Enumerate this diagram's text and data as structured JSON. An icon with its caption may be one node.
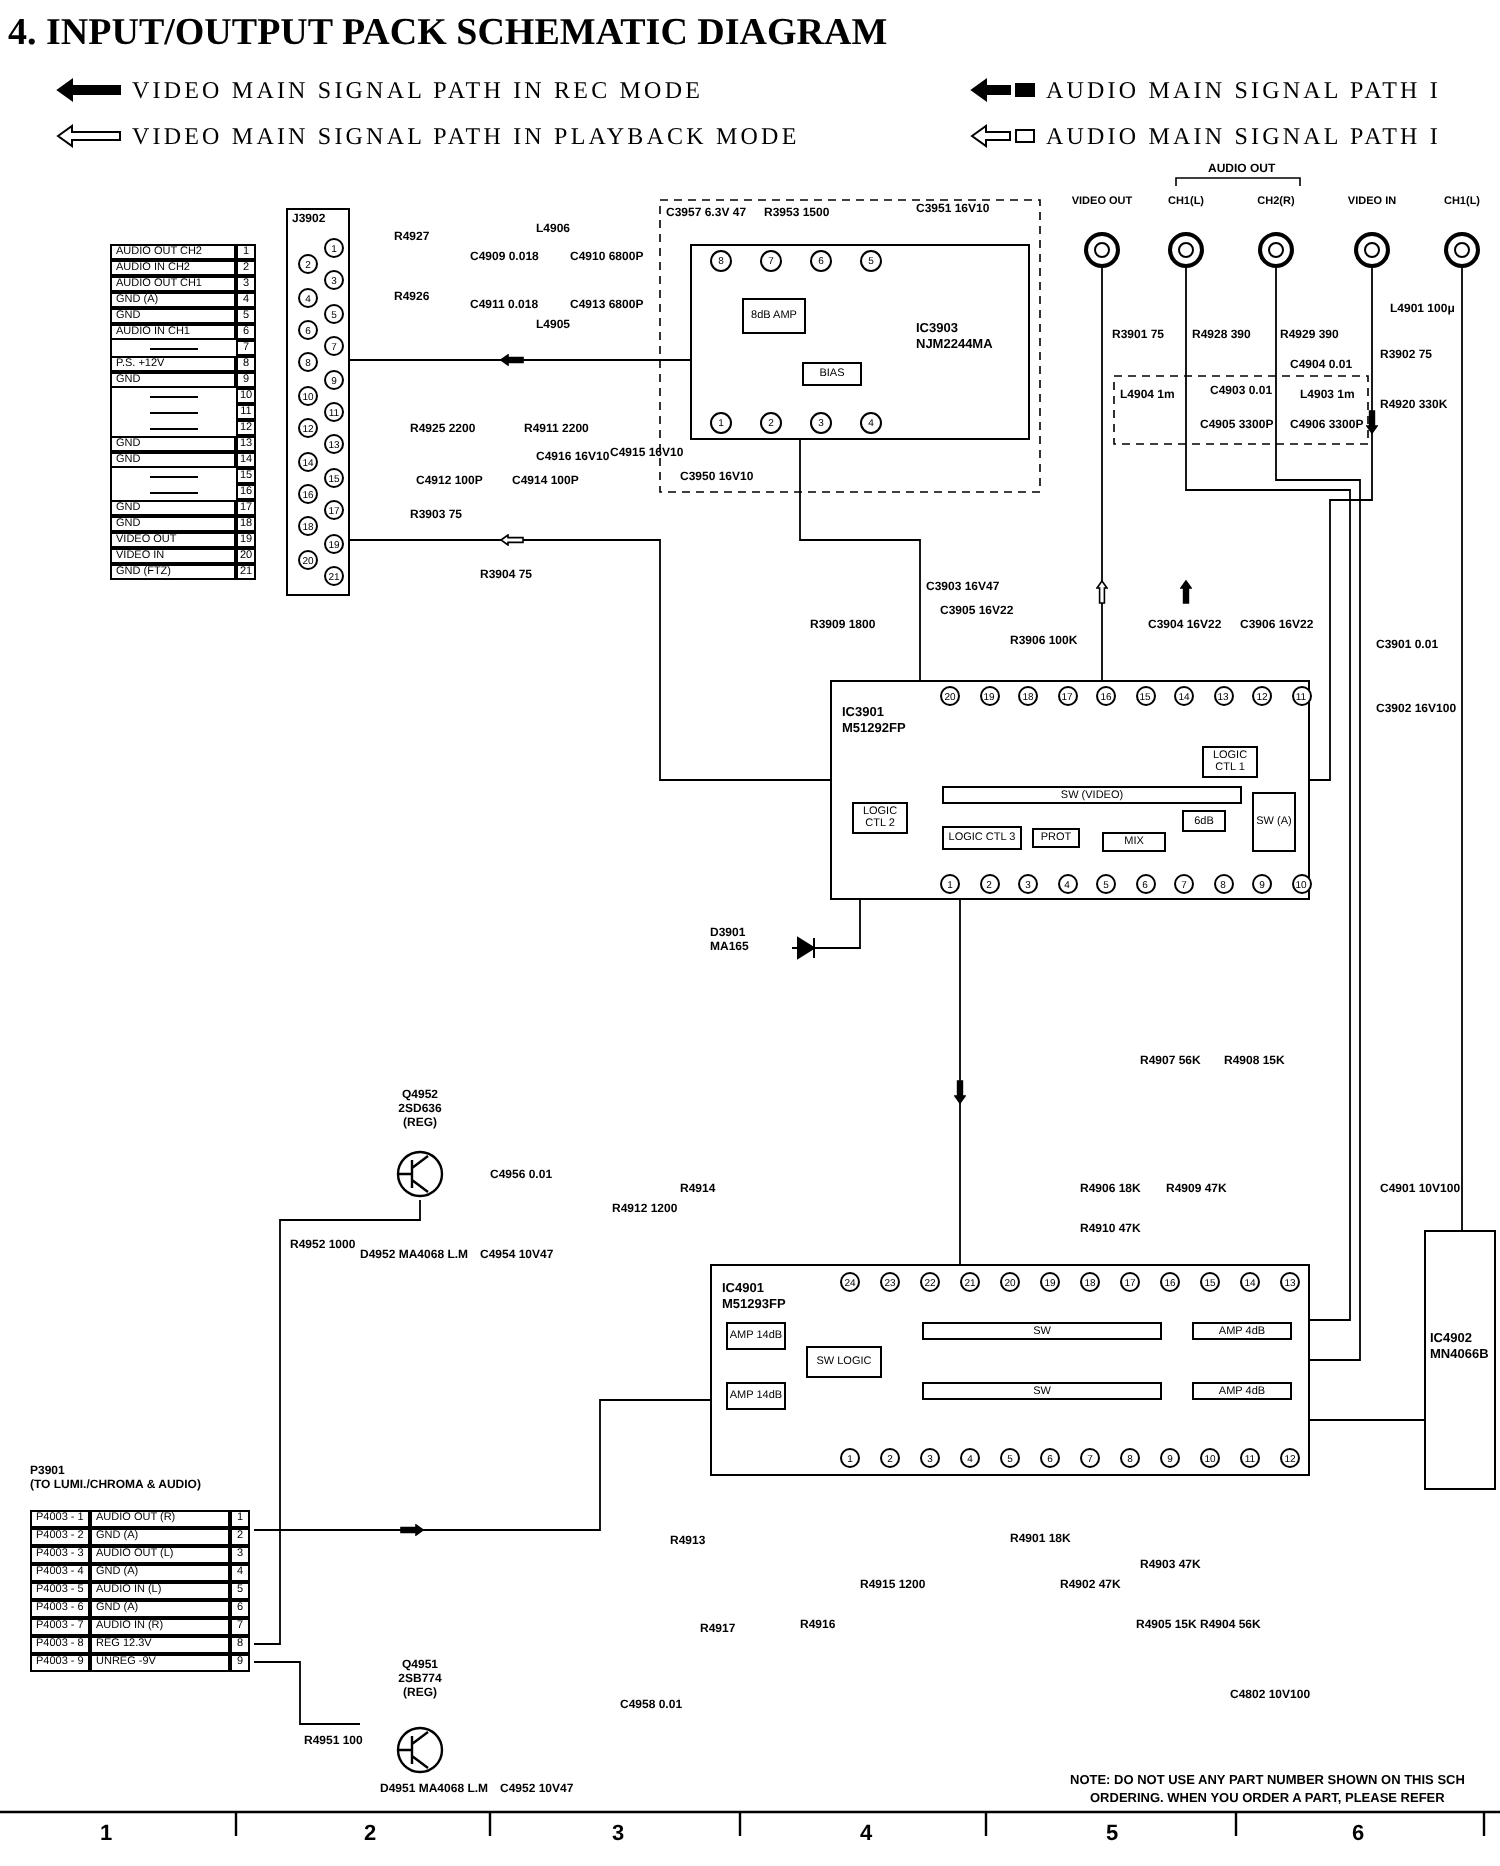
{
  "diagram": {
    "title": "4. INPUT/OUTPUT PACK SCHEMATIC DIAGRAM",
    "nodes": [
      {
        "text": [
          "J3902"
        ]
      },
      {
        "text": [
          "IC3903",
          "NJM2244MA"
        ]
      },
      {
        "text": [
          "8dB AMP"
        ],
        "in": 1
      },
      {
        "text": [
          "BIAS"
        ],
        "in": 1
      },
      {
        "text": [
          "VIDEO OUT"
        ]
      },
      {
        "text": [
          "CH1(L)"
        ]
      },
      {
        "text": [
          "CH2(R)"
        ]
      },
      {
        "text": [
          "VIDEO IN"
        ]
      },
      {
        "text": [
          "CH1(L)"
        ]
      },
      {
        "text": [
          "IC3901",
          "M51292FP"
        ]
      },
      {
        "text": [
          "LOGIC CTL 1"
        ],
        "in": 9
      },
      {
        "text": [
          "SW (VIDEO)"
        ],
        "in": 9
      },
      {
        "text": [
          "LOGIC CTL 2"
        ],
        "in": 9
      },
      {
        "text": [
          "LOGIC CTL 3"
        ],
        "in": 9
      },
      {
        "text": [
          "PROT"
        ],
        "in": 9
      },
      {
        "text": [
          "MIX"
        ],
        "in": 9
      },
      {
        "text": [
          "6dB"
        ],
        "in": 9
      },
      {
        "text": [
          "SW (A)"
        ],
        "in": 9
      },
      {
        "text": [
          "D3901",
          "MA165"
        ]
      },
      {
        "text": [
          "Q4952",
          "2SD636",
          "(REG)"
        ]
      },
      {
        "text": [
          "Q4951",
          "2SB774",
          "(REG)"
        ]
      },
      {
        "text": [
          "IC4901",
          "M51293FP"
        ]
      },
      {
        "text": [
          "AMP 14dB"
        ],
        "in": 21
      },
      {
        "text": [
          "AMP 14dB"
        ],
        "in": 21
      },
      {
        "text": [
          "SW LOGIC"
        ],
        "in": 21
      },
      {
        "text": [
          "SW"
        ],
        "in": 21
      },
      {
        "text": [
          "AMP 4dB"
        ],
        "in": 21
      },
      {
        "text": [
          "SW"
        ],
        "in": 21
      },
      {
        "text": [
          "AMP 4dB"
        ],
        "in": 21
      },
      {
        "text": [
          "IC4902",
          "MN4066B"
        ]
      },
      {
        "text": [
          "P3901",
          "(TO LUMI./CHROMA & AUDIO)"
        ]
      }
    ],
    "edges": [
      {
        "from": 0,
        "to": 1,
        "arrow": "none"
      },
      {
        "from": 1,
        "to": 9,
        "arrow": "none"
      },
      {
        "from": 0,
        "to": 9,
        "arrow": "none"
      },
      {
        "from": 4,
        "to": 9,
        "arrow": "none"
      },
      {
        "from": 7,
        "to": 9,
        "arrow": "none"
      },
      {
        "from": 5,
        "to": 21,
        "arrow": "none"
      },
      {
        "from": 6,
        "to": 21,
        "arrow": "none"
      },
      {
        "from": 9,
        "to": 21,
        "arrow": "none"
      },
      {
        "from": 30,
        "to": 21,
        "arrow": "none"
      },
      {
        "from": 19,
        "to": 30,
        "arrow": "none"
      },
      {
        "from": 20,
        "to": 30,
        "arrow": "none"
      },
      {
        "from": 18,
        "to": 9,
        "arrow": "none"
      },
      {
        "from": 21,
        "to": 29,
        "arrow": "none"
      },
      {
        "from": 8,
        "to": 29,
        "arrow": "none"
      }
    ],
    "labels": [
      "AUDIO OUT CH2",
      "1",
      "AUDIO IN CH2",
      "2",
      "AUDIO OUT CH1",
      "3",
      "GND (A)",
      "4",
      "GND",
      "5",
      "AUDIO IN CH1",
      "6",
      "7",
      "P.S. +12V",
      "8",
      "GND",
      "9",
      "10",
      "11",
      "12",
      "GND",
      "13",
      "GND",
      "14",
      "15",
      "16",
      "GND",
      "17",
      "GND",
      "18",
      "VIDEO OUT",
      "19",
      "VIDEO IN",
      "20",
      "GND (FTZ)",
      "21",
      "1",
      "2",
      "3",
      "4",
      "5",
      "6",
      "7",
      "8",
      "9",
      "10",
      "11",
      "12",
      "13",
      "14",
      "15",
      "16",
      "17",
      "18",
      "19",
      "20",
      "21",
      "P4003 - 1",
      "AUDIO OUT (R)",
      "1",
      "P4003 - 2",
      "GND (A)",
      "2",
      "P4003 - 3",
      "AUDIO OUT (L)",
      "3",
      "P4003 - 4",
      "GND (A)",
      "4",
      "P4003 - 5",
      "AUDIO IN (L)",
      "5",
      "P4003 - 6",
      "GND (A)",
      "6",
      "P4003 - 7",
      "AUDIO IN (R)",
      "7",
      "P4003 - 8",
      "REG 12.3V",
      "8",
      "P4003 - 9",
      "UNREG -9V",
      "9",
      "8",
      "7",
      "6",
      "5",
      "1",
      "2",
      "3",
      "4",
      "20",
      "19",
      "18",
      "17",
      "16",
      "15",
      "14",
      "13",
      "12",
      "11",
      "1",
      "2",
      "3",
      "4",
      "5",
      "6",
      "7",
      "8",
      "9",
      "10",
      "24",
      "23",
      "22",
      "21",
      "20",
      "19",
      "18",
      "17",
      "16",
      "15",
      "14",
      "13",
      "1",
      "2",
      "3",
      "4",
      "5",
      "6",
      "7",
      "8",
      "9",
      "10",
      "11",
      "12",
      "AUDIO OUT",
      "R4927",
      "R4926",
      "C4909 0.018",
      "L4906",
      "C4910 6800P",
      "C4911 0.018",
      "L4905",
      "C4913 6800P",
      "R4925 2200",
      "R4911 2200",
      "C4912 100P",
      "C4914 100P",
      "C4916 16V10",
      "C4915 16V10",
      "R3903 75",
      "R3904 75",
      "C3957 6.3V 47",
      "R3953 1500",
      "C3951 16V10",
      "C3950 16V10",
      "R3901 75",
      "R4928 390",
      "R4929 390",
      "L4904 1m",
      "C4903 0.01",
      "C4904 0.01",
      "L4903 1m",
      "C4905 3300P",
      "C4906 3300P",
      "R3902 75",
      "L4901 100μ",
      "R4920 330K",
      "C3903 16V47",
      "R3909 1800",
      "C3905 16V22",
      "R3906 100K",
      "C3904 16V22",
      "C3906 16V22",
      "C3901 0.01",
      "C3902 16V100",
      "R4907 56K",
      "R4908 15K",
      "R4906 18K",
      "R4909 47K",
      "C4901 10V100",
      "R4910 47K",
      "R4912 1200",
      "R4914",
      "R4913",
      "R4917",
      "R4916",
      "R4915 1200",
      "R4901 18K",
      "R4902 47K",
      "R4903 47K",
      "R4905 15K",
      "R4904 56K",
      "C4802 10V100",
      "C4956 0.01",
      "R4952 1000",
      "D4952 MA4068 L.M",
      "C4954 10V47",
      "R4951 100",
      "D4951 MA4068 L.M",
      "C4952 10V47",
      "C4958 0.01",
      "1",
      "2",
      "3",
      "4",
      "5",
      "6",
      "NOTE: DO NOT USE ANY PART NUMBER SHOWN ON THIS SCH",
      "ORDERING. WHEN YOU ORDER A PART, PLEASE REFER"
    ],
    "legend": [
      {
        "text": "VIDEO MAIN SIGNAL PATH IN REC MODE"
      },
      {
        "text": "VIDEO MAIN SIGNAL PATH IN PLAYBACK MODE"
      },
      {
        "text": "AUDIO MAIN SIGNAL PATH I"
      },
      {
        "text": "AUDIO MAIN SIGNAL PATH I"
      }
    ]
  }
}
